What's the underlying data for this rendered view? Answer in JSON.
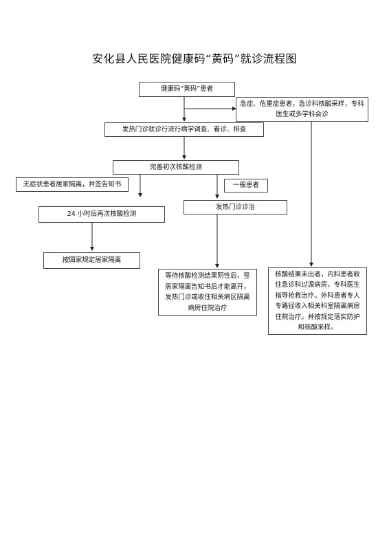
{
  "title": "安化县人民医院健康码“黄码”就诊流程图",
  "nodes": {
    "patient": "健康码“黄码”患者",
    "emergency": "急症、危重症患者，急诊科核酸采样，专科医生或多学科会诊",
    "fever_clinic_survey": "发热门诊就诊行流行病学调查、看诊、排查",
    "initial_test": "完善初次核酸检测",
    "asymptomatic": "无症状患者居家隔离，并签告知书",
    "general_patient": "一般患者",
    "fever_clinic_treat": "发热门诊诊治",
    "retest_24h": "24 小时后再次核酸检测",
    "home_isolation": "按国家规定居家隔离",
    "wait_result": "等待核酸检测结果阴性后，签居家隔离告知书后才能离开，发热门诊或收住相关病区隔离病房住院治疗",
    "result_pending": "核酸结果未出者，内科患者收住急诊科过渡病房，专科医生指导抢救治疗。外科患者专人专路径收入相关科室隔离病房住院治疗。并按规定落实防护和核酸采样。"
  }
}
